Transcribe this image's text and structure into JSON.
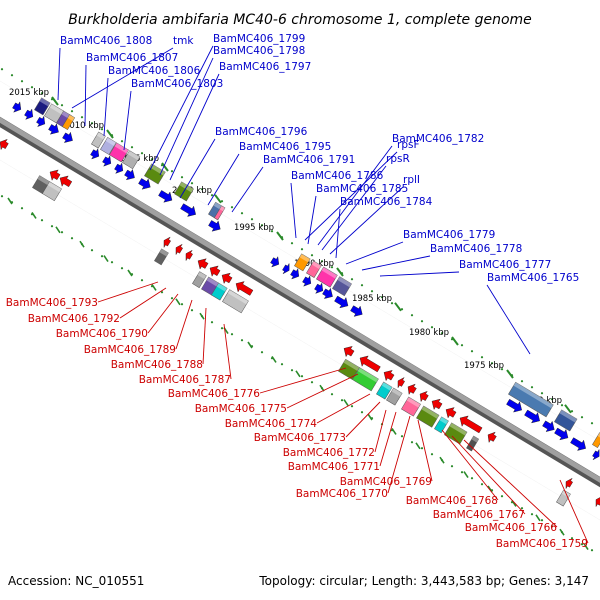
{
  "title": "Burkholderia ambifaria MC40-6 chromosome 1, complete genome",
  "accession": "Accession: NC_010551",
  "summary": "Topology: circular; Length: 3,443,583 bp; Genes: 3,147",
  "colors": {
    "forward_label": "#0000cc",
    "reverse_label": "#cc0000",
    "backbone": "#808080",
    "ruler": "#2a8a2a",
    "forward_arrow": "#0000ee",
    "reverse_arrow": "#ee0000"
  },
  "ruler_ticks": [
    "2015 kbp",
    "2010 kbp",
    "2005 kbp",
    "2000 kbp",
    "1995 kbp",
    "1990 kbp",
    "1985 kbp",
    "1980 kbp",
    "1975 kbp",
    "1970 kbp"
  ],
  "forward_labels": [
    "BamMC406_1808",
    "tmk",
    "BamMC406_1807",
    "BamMC406_1799",
    "BamMC406_1798",
    "BamMC406_1806",
    "BamMC406_1797",
    "BamMC406_1803",
    "BamMC406_1796",
    "BamMC406_1795",
    "BamMC406_1791",
    "rpsF",
    "BamMC406_1782",
    "rpsR",
    "BamMC406_1786",
    "rplI",
    "BamMC406_1785",
    "BamMC406_1784",
    "BamMC406_1779",
    "BamMC406_1778",
    "BamMC406_1777",
    "BamMC406_1765"
  ],
  "reverse_labels": [
    "BamMC406_1793",
    "BamMC406_1792",
    "BamMC406_1790",
    "BamMC406_1789",
    "BamMC406_1788",
    "BamMC406_1787",
    "BamMC406_1776",
    "BamMC406_1775",
    "BamMC406_1774",
    "BamMC406_1773",
    "BamMC406_1772",
    "BamMC406_1771",
    "BamMC406_1769",
    "BamMC406_1770",
    "BamMC406_1768",
    "BamMC406_1767",
    "BamMC406_1766",
    "BamMC406_1759"
  ]
}
